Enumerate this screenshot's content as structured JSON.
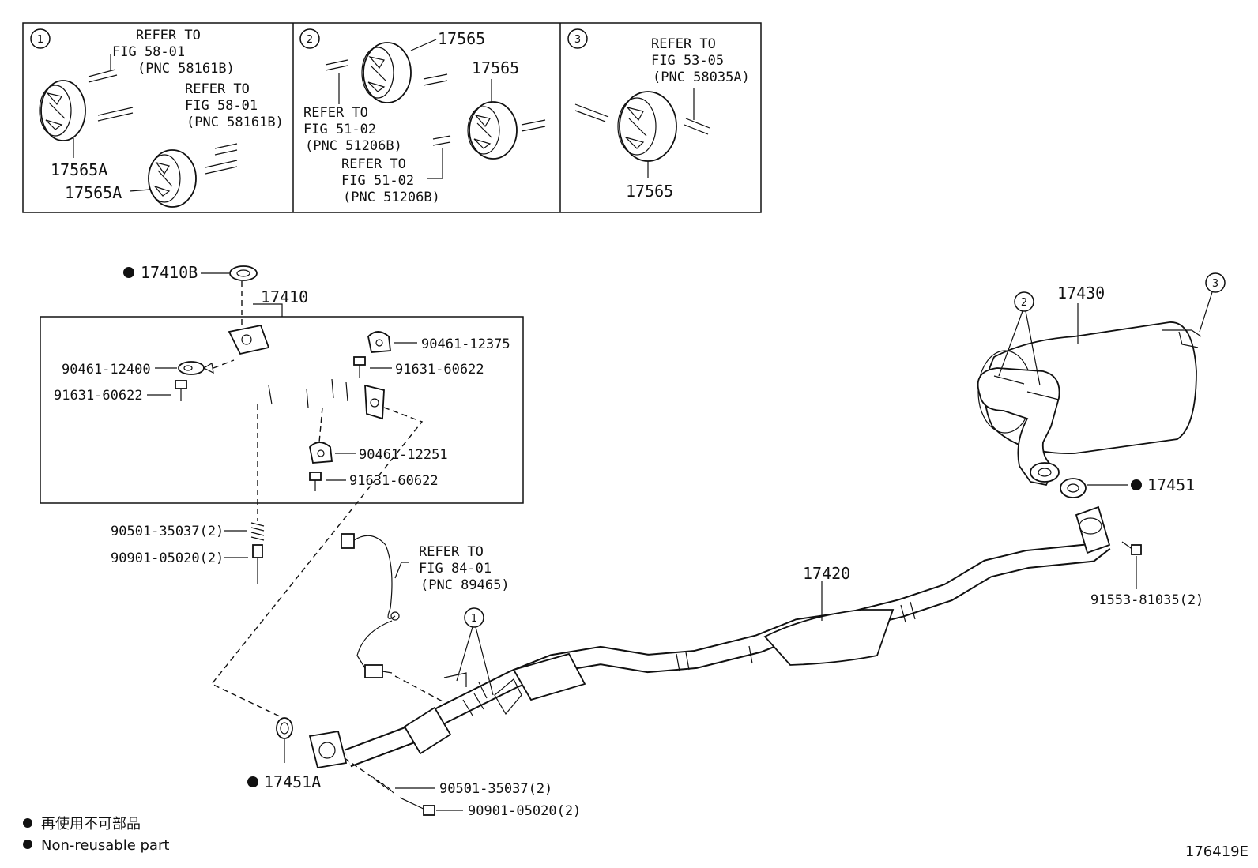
{
  "inset_panels": [
    {
      "number": "1",
      "refs": [
        {
          "l1": "REFER TO",
          "l2": "FIG 58-01",
          "l3": "(PNC 58161B)"
        },
        {
          "l1": "REFER TO",
          "l2": "FIG 58-01",
          "l3": "(PNC 58161B)"
        }
      ],
      "parts": [
        "17565A",
        "17565A"
      ]
    },
    {
      "number": "2",
      "refs": [
        {
          "l1": "REFER TO",
          "l2": "FIG 51-02",
          "l3": "(PNC 51206B)"
        },
        {
          "l1": "REFER TO",
          "l2": "FIG 51-02",
          "l3": "(PNC 51206B)"
        }
      ],
      "parts": [
        "17565",
        "17565"
      ]
    },
    {
      "number": "3",
      "refs": [
        {
          "l1": "REFER TO",
          "l2": "FIG 53-05",
          "l3": "(PNC 58035A)"
        }
      ],
      "parts": [
        "17565"
      ]
    }
  ],
  "main_labels": {
    "p17410B": "17410B",
    "p17410": "17410",
    "p90461_12375": "90461-12375",
    "p91631_60622_a": "91631-60622",
    "p90461_12400": "90461-12400",
    "p91631_60622_b": "91631-60622",
    "p90461_12251": "90461-12251",
    "p91631_60622_c": "91631-60622",
    "p90501_35037_a": "90501-35037(2)",
    "p90901_05020_a": "90901-05020(2)",
    "p17430": "17430",
    "p17451": "17451",
    "p91553_81035": "91553-81035(2)",
    "p17420": "17420",
    "p17451A": "17451A",
    "p90501_35037_b": "90501-35037(2)",
    "p90901_05020_b": "90901-05020(2)"
  },
  "sensor_ref": {
    "l1": "REFER TO",
    "l2": "FIG 84-01",
    "l3": "(PNC 89465)"
  },
  "callouts": {
    "c1": "1",
    "c2": "2",
    "c3": "3"
  },
  "legend": {
    "jp": "再使用不可部品",
    "en": "Non-reusable part"
  },
  "figure_id": "176419E"
}
